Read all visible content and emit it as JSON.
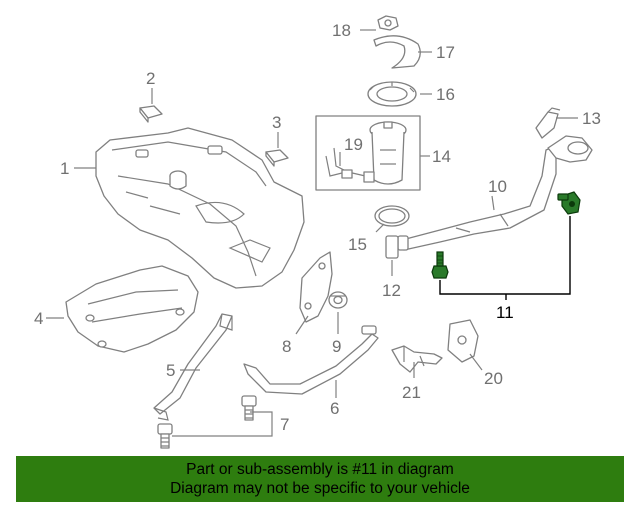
{
  "callouts": {
    "c1": "1",
    "c2": "2",
    "c3": "3",
    "c4": "4",
    "c5": "5",
    "c6": "6",
    "c7": "7",
    "c8": "8",
    "c9": "9",
    "c10": "10",
    "c11": "11",
    "c12": "12",
    "c13": "13",
    "c14": "14",
    "c15": "15",
    "c16": "16",
    "c17": "17",
    "c18": "18",
    "c19": "19",
    "c20": "20",
    "c21": "21"
  },
  "highlight": {
    "part": "11",
    "color": "#2e7d0f"
  },
  "banner": {
    "line1": "Part or sub-assembly is #11 in diagram",
    "line2": "Diagram may not be specific to your vehicle"
  }
}
